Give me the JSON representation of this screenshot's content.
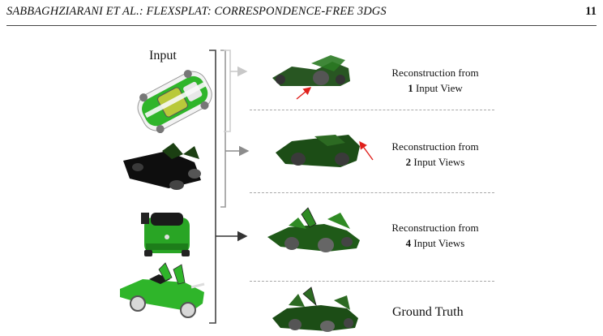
{
  "header": {
    "running_title": "SABBAGHZIARANI ET AL.: FLEXSPLAT: CORRESPONDENCE-FREE 3DGS",
    "page_number": "11"
  },
  "figure": {
    "input_label": "Input",
    "rows": [
      {
        "line1": "Reconstruction from",
        "count": "1",
        "suffix": "Input View"
      },
      {
        "line1": "Reconstruction from",
        "count": "2",
        "suffix": "Input Views"
      },
      {
        "line1": "Reconstruction from",
        "count": "4",
        "suffix": "Input Views"
      }
    ],
    "ground_truth_label": "Ground Truth"
  },
  "colors": {
    "car_green": "#2fb52a",
    "car_dark": "#0d0d0d",
    "arrow_light": "#c8c8c8",
    "arrow_mid": "#8c8c8c",
    "arrow_dark": "#333333",
    "annotation_red": "#e0201c"
  }
}
